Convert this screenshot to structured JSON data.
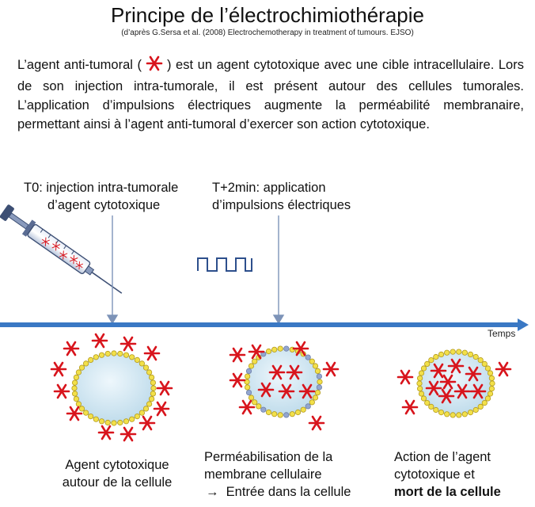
{
  "title": "Principe de l’électrochimiothérapie",
  "subtitle": "(d’après G.Sersa et al. (2008) Electrochemotherapy in treatment of tumours. EJSO)",
  "intro": {
    "before_symbol": "L’agent anti-tumoral (",
    "after_symbol": ") est un agent cytotoxique avec une cible intracellulaire. Lors de son injection intra-tumorale, il est présent autour des cellules tumorales. L’application d’impulsions électriques augmente la perméabilité membranaire, permettant ainsi à l’agent anti-tumoral d’exercer son action cytotoxique."
  },
  "timeline": {
    "t0_line1": "T0: injection intra-tumorale",
    "t0_line2": "d’agent cytotoxique",
    "t2_line1": "T+2min: application",
    "t2_line2": "d’impulsions électriques",
    "axis_label": "Temps"
  },
  "stages": [
    {
      "line1": "Agent cytotoxique",
      "line2": "autour de la cellule"
    },
    {
      "line1": "Perméabilisation de la",
      "line2": "membrane cellulaire",
      "line3": "Entrée dans la cellule",
      "arrow": "→"
    },
    {
      "line1": "Action de l’agent",
      "line2": "cytotoxique et",
      "line3_bold": "mort de la cellule"
    }
  ],
  "colors": {
    "agent": "#d8141c",
    "axis": "#3a78c4",
    "membrane_bead": "#f2e04a",
    "membrane_bead_open": "#93a6cf",
    "cell_fill": "#cfe6f3",
    "pulse": "#2d4f8c"
  },
  "icons": [
    "syringe-icon",
    "pulse-wave-icon",
    "asterisk-agent-icon"
  ]
}
